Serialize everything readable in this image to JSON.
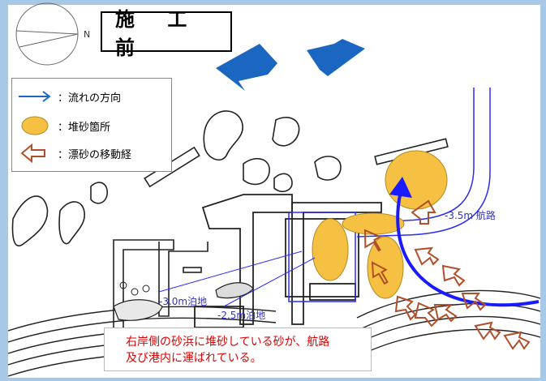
{
  "title": "施 工 前",
  "compass": {
    "north_label": "N"
  },
  "legend": {
    "items": [
      {
        "label": "：流れの方向",
        "symbol": "blue-arrow-icon"
      },
      {
        "label": "：堆砂箇所",
        "symbol": "yellow-ellipse-icon"
      },
      {
        "label": "：漂砂の移動経",
        "symbol": "hollow-arrow-icon"
      }
    ]
  },
  "map_labels": {
    "channel": "-3.5m 航路",
    "basin_1": "-3.0m泊地",
    "basin_2": "-2.5m泊地"
  },
  "note": {
    "line1": "右岸側の砂浜に堆砂している砂が、航路",
    "line2": "及び港内に運ばれている。"
  },
  "colors": {
    "frame": "#a8c8e8",
    "sand": "#f6c142",
    "flow": "#1a1aff",
    "drift_arrow": "#b0502a",
    "wave_arrow": "#1a66c0",
    "note_text": "#e00000"
  }
}
